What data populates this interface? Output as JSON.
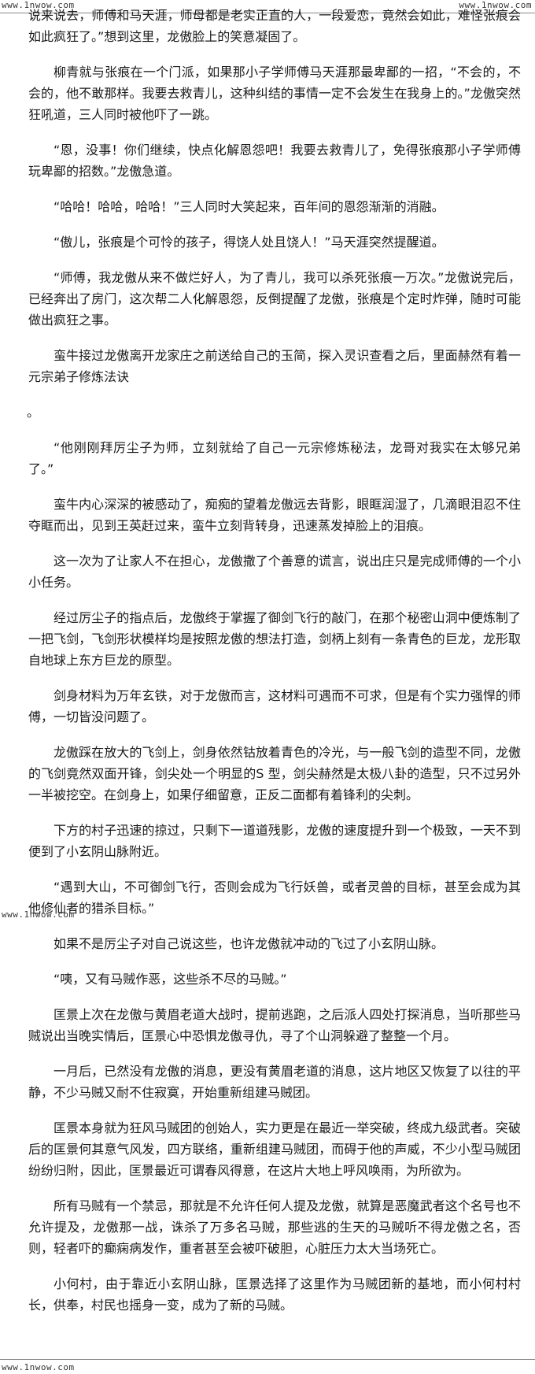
{
  "watermarks": {
    "top_left": "www.1nwow.com",
    "top_right": "www.1nwow.com",
    "middle_left": "www.1nwow.com",
    "bottom_left": "www.1nwow.com"
  },
  "paragraphs": [
    "说来说去，师傅和马天涯，师母都是老实正直的人，一段爱恋，竟然会如此，难怪张痕会如此疯狂了。”想到这里，龙傲脸上的笑意凝固了。",
    "柳青就与张痕在一个门派，如果那小子学师傅马天涯那最卑鄙的一招，“不会的，不会的，他不敢那样。我要去救青儿，这种纠结的事情一定不会发生在我身上的。”龙傲突然狂吼道，三人同时被他吓了一跳。",
    "“恩，没事！你们继续，快点化解恩怨吧！我要去救青儿了，免得张痕那小子学师傅玩卑鄙的招数。”龙傲急道。",
    "“哈哈！哈哈，哈哈！”三人同时大笑起来，百年间的恩怨渐渐的消融。",
    "“傲儿，张痕是个可怜的孩子，得饶人处且饶人！”马天涯突然提醒道。",
    "“师傅，我龙傲从来不做烂好人，为了青儿，我可以杀死张痕一万次。”龙傲说完后，已经奔出了房门，这次帮二人化解恩怨，反倒提醒了龙傲，张痕是个定时炸弹，随时可能做出疯狂之事。",
    "蛮牛接过龙傲离开龙家庄之前送给自己的玉简，探入灵识查看之后，里面赫然有着一元宗弟子修炼法诀",
    "。",
    "“他刚刚拜厉尘子为师，立刻就给了自己一元宗修炼秘法，龙哥对我实在太够兄弟了。”",
    "蛮牛内心深深的被感动了，痴痴的望着龙傲远去背影，眼眶润湿了，几滴眼泪忍不住夺眶而出，见到王英赶过来，蛮牛立刻背转身，迅速蒸发掉脸上的泪痕。",
    "这一次为了让家人不在担心，龙傲撒了个善意的谎言，说出庄只是完成师傅的一个小小任务。",
    "经过厉尘子的指点后，龙傲终于掌握了御剑飞行的敲门，在那个秘密山洞中便炼制了一把飞剑，飞剑形状模样均是按照龙傲的想法打造，剑柄上刻有一条青色的巨龙，龙形取自地球上东方巨龙的原型。",
    "剑身材料为万年玄铁，对于龙傲而言，这材料可遇而不可求，但是有个实力强悍的师傅，一切皆没问题了。",
    "龙傲踩在放大的飞剑上，剑身依然钴放着青色的冷光，与一般飞剑的造型不同，龙傲的飞剑竟然双面开锋，剑尖处一个明显的S 型，剑尖赫然是太极八卦的造型，只不过另外一半被挖空。在剑身上，如果仔细留意，正反二面都有着锋利的尖刺。",
    "下方的村子迅速的掠过，只剩下一道道残影，龙傲的速度提升到一个极致，一天不到便到了小玄阴山脉附近。",
    "“遇到大山，不可御剑飞行，否则会成为飞行妖兽，或者灵兽的目标，甚至会成为其他修仙者的猎杀目标。”",
    "如果不是厉尘子对自己说这些，也许龙傲就冲动的飞过了小玄阴山脉。",
    "“咦，又有马贼作恶，这些杀不尽的马贼。”",
    "匡景上次在龙傲与黄眉老道大战时，提前逃跑，之后派人四处打探消息，当听那些马贼说出当晚实情后，匡景心中恐惧龙傲寻仇，寻了个山洞躲避了整整一个月。",
    "一月后，已然没有龙傲的消息，更没有黄眉老道的消息，这片地区又恢复了以往的平静，不少马贼又耐不住寂寞，开始重新组建马贼团。",
    "匡景本身就为狂风马贼团的创始人，实力更是在最近一举突破，终成九级武者。突破后的匡景何其意气风发，四方联络，重新组建马贼团，而碍于他的声威，不少小型马贼团纷纷归附，因此，匡景最近可谓春风得意，在这片大地上呼风唤雨，为所欲为。",
    "所有马贼有一个禁忌，那就是不允许任何人提及龙傲，就算是恶魔武者这个名号也不允许提及，龙傲那一战，诛杀了万多名马贼，那些逃的生天的马贼听不得龙傲之名，否则，轻者吓的癫痫病发作，重者甚至会被吓破胆，心脏压力太大当场死亡。",
    "小何村，由于靠近小玄阴山脉，匡景选择了这里作为马贼团新的基地，而小何村村长，供奉，村民也摇身一变，成为了新的马贼。"
  ]
}
